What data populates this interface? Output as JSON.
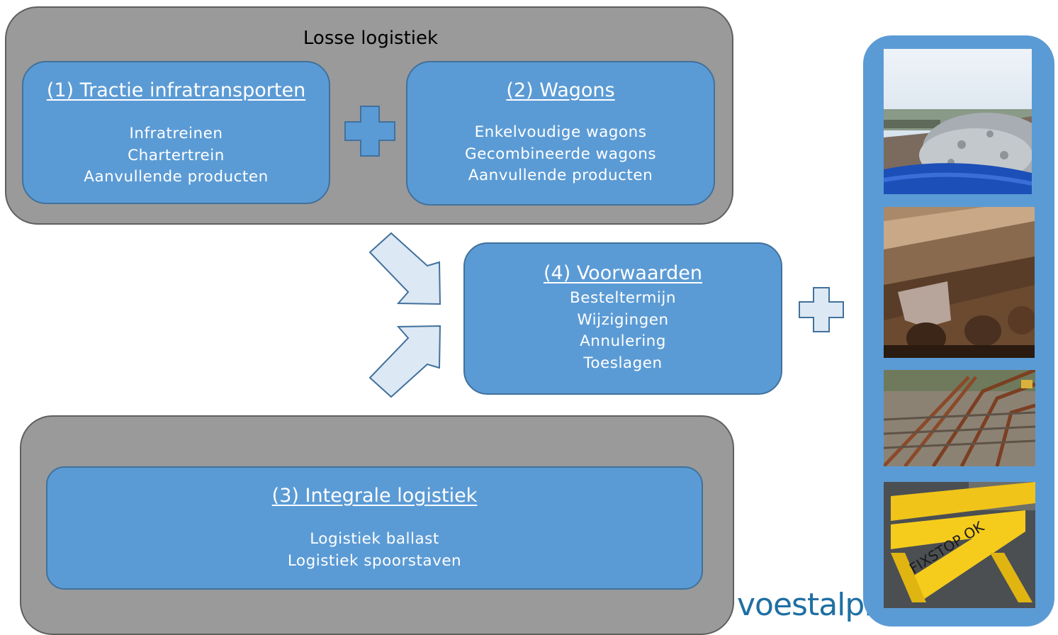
{
  "losse_logistiek": {
    "title": "Losse logistiek",
    "tractie": {
      "title": "(1) Tractie infratransporten",
      "items": [
        "Infratreinen",
        "Chartertrein",
        "Aanvullende producten"
      ]
    },
    "wagons": {
      "title": "(2) Wagons",
      "items": [
        "Enkelvoudige wagons",
        "Gecombineerde wagons",
        "Aanvullende producten"
      ]
    }
  },
  "voorwaarden": {
    "title": "(4) Voorwaarden",
    "items": [
      "Besteltermijn",
      "Wijzigingen",
      "Annulering",
      "Toeslagen"
    ]
  },
  "integrale": {
    "title": "(3) Integrale logistiek",
    "items": [
      "Logistiek ballast",
      "Logistiek spoorstaven"
    ]
  },
  "photos": {
    "ballast": "ballast-wagon-photo",
    "rails": "rail-ends-photo",
    "switches": "track-switches-photo",
    "buffer_stop": "buffer-stop-photo",
    "buffer_stop_text": "FIXSTOP OK"
  },
  "brand": {
    "name": "voestalpi"
  },
  "colors": {
    "panel_gray": "#9a9a9a",
    "box_blue": "#5b9bd5",
    "box_border": "#41719c",
    "icon_fill": "#dde8f5"
  }
}
